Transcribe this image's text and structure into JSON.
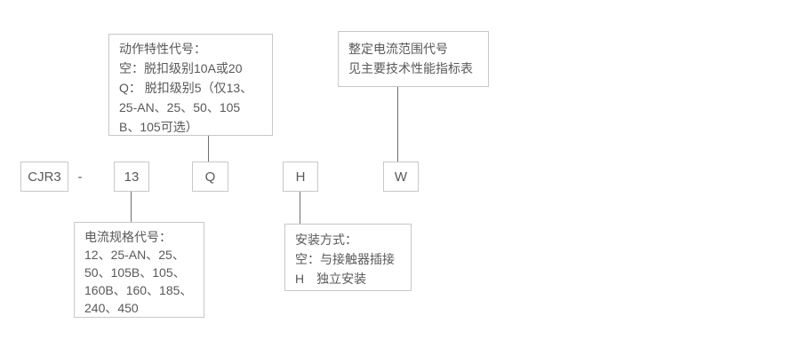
{
  "model_code": {
    "prefix": "CJR3",
    "separator": "-",
    "codes": {
      "current_spec": "13",
      "action_characteristic": "Q",
      "mounting": "H",
      "setting_range": "W"
    }
  },
  "callouts": {
    "action_characteristic": {
      "lines": [
        "动作特性代号：",
        "空：脱扣级别10A或20",
        "Q： 脱扣级别5（仅13、",
        "25-AN、25、50、105",
        "B、105可选）"
      ]
    },
    "setting_current_range": {
      "lines": [
        "整定电流范围代号",
        "见主要技术性能指标表"
      ]
    },
    "current_spec": {
      "lines": [
        "电流规格代号：",
        "12、25-AN、25、",
        "50、105B、105、",
        "160B、160、185、",
        "240、450"
      ]
    },
    "mounting_method": {
      "lines": [
        "安装方式：",
        "空：与接触器插接",
        "H　独立安装"
      ]
    }
  },
  "colors": {
    "box_border": "#c5c8ca",
    "connector_line": "#6e6e6e",
    "text": "#595959",
    "background": "#ffffff"
  }
}
